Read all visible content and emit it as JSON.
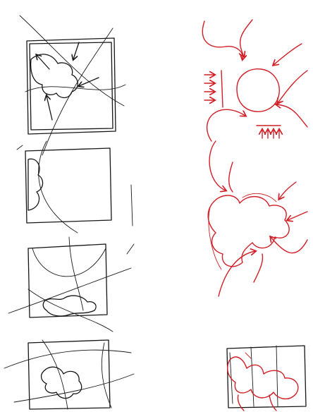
{
  "drawing": {
    "kind": "hand-drawn sketch",
    "colors": {
      "ink": "#161616",
      "accent": "#d21e26",
      "paper": "#ffffff"
    },
    "left_column_panels": 4,
    "right_column_panels": 3
  }
}
